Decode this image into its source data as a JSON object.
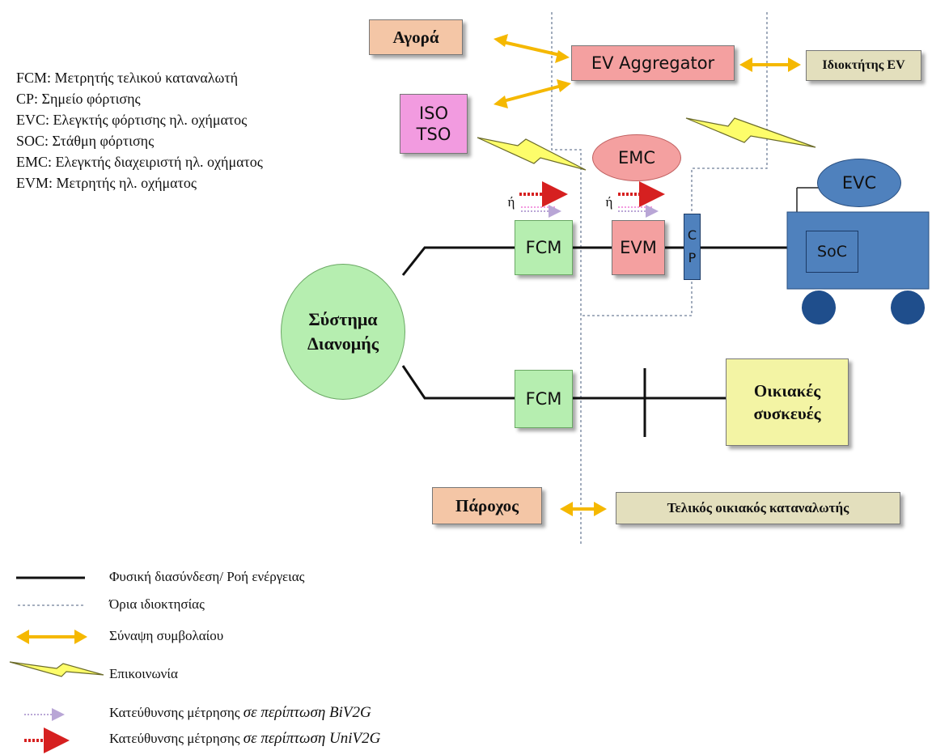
{
  "abbreviations": [
    "FCM: Μετρητής τελικού καταναλωτή",
    "CP: Σημείο φόρτισης",
    "EVC: Ελεγκτής φόρτισης ηλ. οχήματος",
    "SOC: Στάθμη φόρτισης",
    "EMC: Ελεγκτής διαχειριστή ηλ. οχήματος",
    "EVM: Μετρητής ηλ. οχήματος"
  ],
  "nodes": {
    "agora": "Αγορά",
    "ev_aggregator": "EV Aggregator",
    "ev_owner": "Ιδιοκτήτης EV",
    "iso": "ISO",
    "tso": "TSO",
    "emc": "EMC",
    "evc": "EVC",
    "soc": "SoC",
    "fcm_top": "FCM",
    "evm": "EVM",
    "cp_c": "C",
    "cp_p": "P",
    "fcm_bottom": "FCM",
    "distribution_line1": "Σύστημα",
    "distribution_line2": "Διανομής",
    "appliances_line1": "Οικιακές",
    "appliances_line2": "συσκευές",
    "provider": "Πάροχος",
    "end_consumer": "Τελικός οικιακός καταναλωτής",
    "or_label_1": "ή",
    "or_label_2": "ή"
  },
  "colors": {
    "salmon": "#f4c6a6",
    "pink": "#f4a0a0",
    "magenta": "#f29be0",
    "green": "#b6eeb0",
    "lightyellow": "#f3f4a4",
    "khaki": "#e3dfbd",
    "blue": "#4f81bd",
    "orange": "#f5b800",
    "red": "#d62020"
  },
  "legend": {
    "physical": "Φυσική διασύνδεση/ Ροή ενέργειας",
    "ownership": "Όρια ιδιοκτησίας",
    "contract": "Σύναψη συμβολαίου",
    "communication": "Επικοινωνία",
    "bi_prefix": "Κατεύθυνσης μέτρησης",
    "bi_suffix": "σε περίπτωση BiV2G",
    "uni_prefix": "Κατεύθυνσης μέτρησης",
    "uni_suffix": "σε περίπτωση UniV2G"
  }
}
